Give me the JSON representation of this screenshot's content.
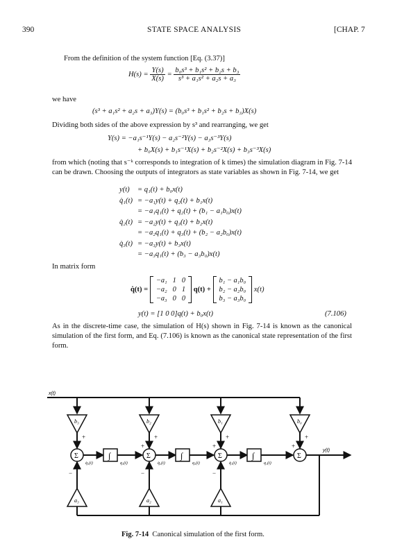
{
  "header": {
    "page_number": "390",
    "running_title": "STATE SPACE ANALYSIS",
    "chapter": "[CHAP. 7"
  },
  "intro": "From the definition of the system function [Eq. (3.37)]",
  "eq_H": {
    "lhs": "H(s) =",
    "f1_num": "Y(s)",
    "f1_den": "X(s)",
    "eq": "=",
    "f2_num": "b₀s³ + b₁s² + b₂s + b₃",
    "f2_den": "s³ + a₁s² + a₂s + a₃"
  },
  "we_have": "we have",
  "eq_main": "(s³ + a₁s² + a₂s + a₃)Y(s) = (b₀s³ + b₁s² + b₂s + b₃)X(s)",
  "dividing": "Dividing both sides of the above expression by s³ and rearranging, we get",
  "eq_Y1": "Y(s) = −a₁s⁻¹Y(s) − a₂s⁻²Y(s) − a₃s⁻³Y(s)",
  "eq_Y2": "+ b₀X(s) + b₁s⁻¹X(s) + b₂s⁻²X(s) + b₃s⁻³X(s)",
  "para": "from which (noting that s⁻ᵏ corresponds to integration of k times) the simulation diagram in Fig. 7-14 can be drawn. Choosing the outputs of integrators as state variables as shown in Fig. 7-14, we get",
  "state_eqs": [
    {
      "lhs": "y(t)",
      "rhs": "= q₁(t) + b₀x(t)"
    },
    {
      "lhs": "q̇₁(t)",
      "rhs": "= −a₁y(t) + q₂(t) + b₁x(t)"
    },
    {
      "lhs": "",
      "rhs": "= −a₁q₁(t) + q₂(t) + (b₁ − a₁b₀)x(t)"
    },
    {
      "lhs": "q̇₂(t)",
      "rhs": "= −a₂y(t) + q₃(t) + b₂x(t)"
    },
    {
      "lhs": "",
      "rhs": "= −a₂q₁(t) + q₃(t) + (b₂ − a₂b₀)x(t)"
    },
    {
      "lhs": "q̇₃(t)",
      "rhs": "= −a₃y(t) + b₃x(t)"
    },
    {
      "lhs": "",
      "rhs": "= −a₃q₁(t) + (b₃ − a₃b₀)x(t)"
    }
  ],
  "matrix_form": "In matrix form",
  "matrix_eq": {
    "lhs": "q̇(t) =",
    "A": [
      [
        "−a₁",
        "1",
        "0"
      ],
      [
        "−a₂",
        "0",
        "1"
      ],
      [
        "−a₃",
        "0",
        "0"
      ]
    ],
    "mid": "q(t) +",
    "B": [
      "b₁ − a₁b₀",
      "b₂ − a₂b₀",
      "b₃ − a₃b₀"
    ],
    "rhs": "x(t)"
  },
  "out_eq": {
    "lhs": "y(t) = [1   0   0]q(t) + b₀x(t)",
    "num": "(7.106)"
  },
  "closing": "As in the discrete-time case, the simulation of H(s) shown in Fig. 7-14 is known as the canonical simulation of the first form, and Eq. (7.106) is known as the canonical state representation of the first form.",
  "diagram": {
    "input": "x(t)",
    "output": "y(t)",
    "sum": "Σ",
    "integ": "∫",
    "b_gains": [
      "b₃",
      "b₂",
      "b₁",
      "b₀"
    ],
    "a_gains": [
      "a₃",
      "a₂",
      "a₁"
    ],
    "plus": "+",
    "minus": "−",
    "state_labels": [
      "q̇₃(t)",
      "q₃(t)",
      "q̇₂(t)",
      "q₂(t)",
      "q̇₁(t)",
      "q₁(t)"
    ]
  },
  "caption": {
    "fig": "Fig. 7-14",
    "text": "Canonical simulation of the first form."
  }
}
